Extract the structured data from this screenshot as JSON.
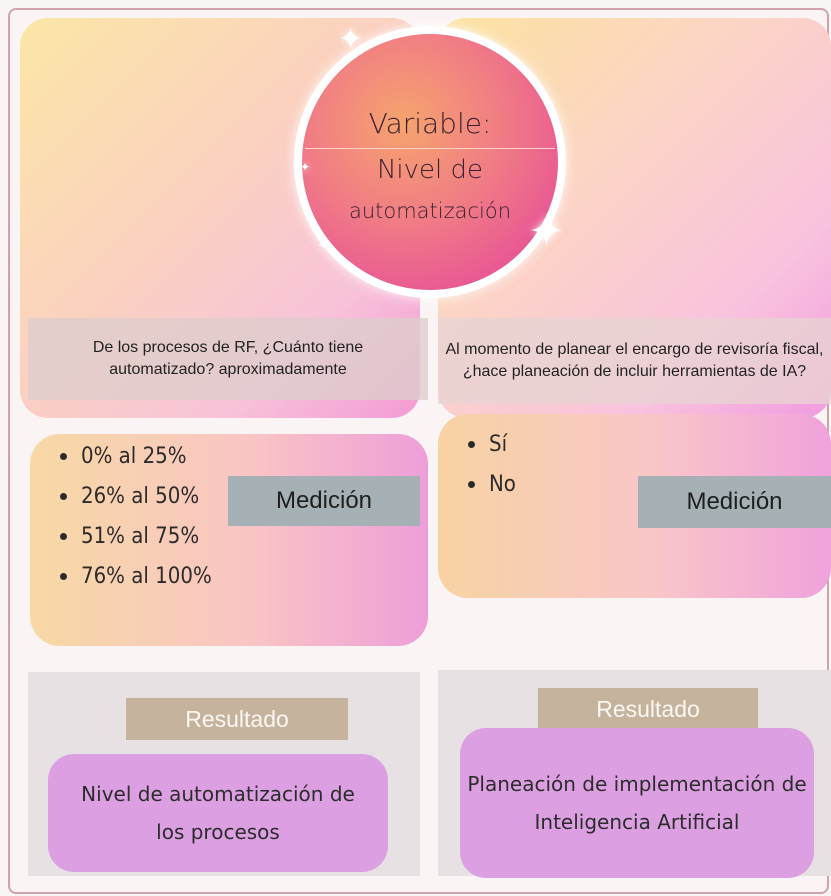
{
  "variable": {
    "line1": "Variable:",
    "line2": "Nivel de",
    "line3": "automatización"
  },
  "left": {
    "question": "De los procesos de RF, ¿Cuánto tiene automatizado? aproximadamente",
    "options": [
      "0% al 25%",
      "26% al 50%",
      "51% al 75%",
      "76% al 100%"
    ],
    "measure_label": "Medición",
    "result_label": "Resultado",
    "result_text": "Nivel de automatización de los procesos"
  },
  "right": {
    "question": "Al momento de planear el encargo de revisoría fiscal, ¿hace planeación de incluir herramientas de IA?",
    "options": [
      "Sí",
      "No"
    ],
    "measure_label": "Medición",
    "result_label": "Resultado",
    "result_text": "Planeación de implementación de Inteligencia Artificial"
  }
}
